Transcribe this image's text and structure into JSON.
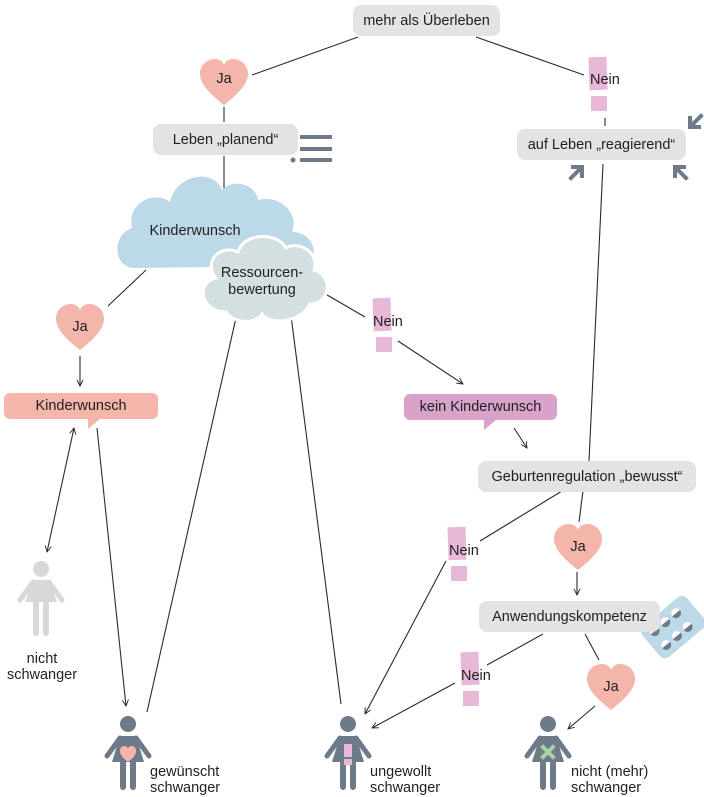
{
  "colors": {
    "node_gray": "#e3e3e3",
    "heart": "#f4b5ab",
    "nein_mark": "#e8b8d8",
    "wish_box": "#f4b5ab",
    "no_wish_box": "#d9a3c9",
    "cloud_blue": "#bcd9e8",
    "cloud_gray": "#d3dfe0",
    "figure": "#6e7a87",
    "figure_light": "#d8d8d8",
    "pill_blister": "#bcd9e8",
    "cross_green": "#a6d4a0",
    "line": "#2a2a2a"
  },
  "nodes": {
    "top": "mehr als Überleben",
    "planend": "Leben „planend“",
    "reagierend": "auf Leben „reagierend“",
    "kinderwunsch_cloud": "Kinderwunsch",
    "ressourcen": [
      "Ressourcen-",
      "bewertung"
    ],
    "kinderwunsch_box": "Kinderwunsch",
    "kein_kinderwunsch": "kein Kinderwunsch",
    "geburtenregulation": "Geburtenregulation „bewusst“",
    "anwendungskompetenz": "Anwendungskompetenz"
  },
  "answers": {
    "ja_1": "Ja",
    "ja_2": "Ja",
    "ja_3": "Ja",
    "ja_4": "Ja",
    "nein_1": "Nein",
    "nein_2": "Nein",
    "nein_3": "Nein",
    "nein_4": "Nein"
  },
  "outcomes": {
    "nicht_schwanger": [
      "nicht",
      "schwanger"
    ],
    "gewuenscht": [
      "gewünscht",
      "schwanger"
    ],
    "ungewollt": [
      "ungewollt",
      "schwanger"
    ],
    "nicht_mehr": [
      "nicht (mehr)",
      "schwanger"
    ]
  },
  "icons": [
    "list-icon",
    "inward-arrows-icon",
    "heart-icon",
    "exclamation-icon",
    "cloud-icon",
    "woman-icon",
    "pregnant-woman-icon",
    "pill-blister-icon",
    "cross-icon"
  ]
}
